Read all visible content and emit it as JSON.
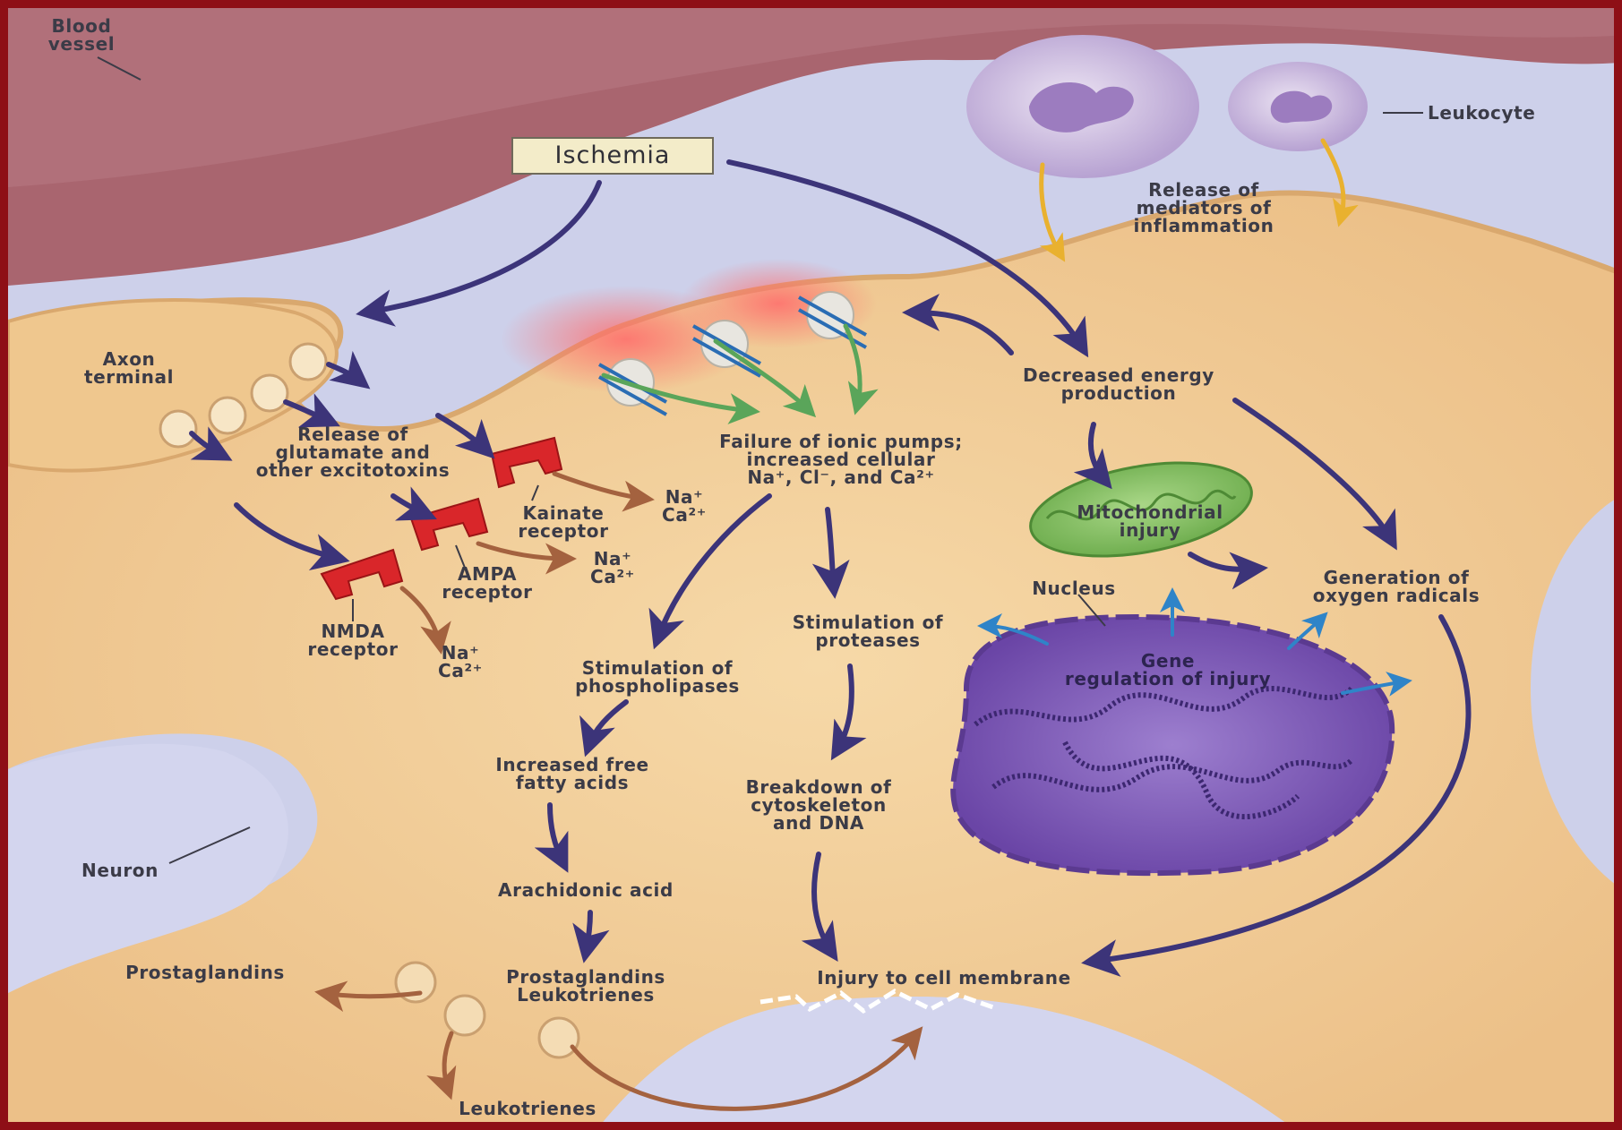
{
  "diagram": {
    "title": "Ischemia",
    "labels": {
      "blood_vessel": "Blood\nvessel",
      "leukocyte": "Leukocyte",
      "release_mediators": "Release of\nmediators of\ninflammation",
      "axon_terminal": "Axon\nterminal",
      "release_glutamate": "Release of\nglutamate and\nother excitotoxins",
      "kainate_receptor": "Kainate\nreceptor",
      "ampa_receptor": "AMPA\nreceptor",
      "nmda_receptor": "NMDA\nreceptor",
      "ions_kainate": "Na⁺\nCa²⁺",
      "ions_ampa": "Na⁺\nCa²⁺",
      "ions_nmda": "Na⁺\nCa²⁺",
      "failure_pumps": "Failure of ionic pumps;\nincreased cellular\nNa⁺, Cl⁻, and Ca²⁺",
      "decreased_energy": "Decreased energy\nproduction",
      "mitochondrial_injury": "Mitochondrial\ninjury",
      "generation_radicals": "Generation of\noxygen radicals",
      "nucleus": "Nucleus",
      "gene_regulation": "Gene\nregulation of injury",
      "stim_proteases": "Stimulation of\nproteases",
      "stim_phospholipases": "Stimulation of\nphospholipases",
      "free_fatty_acids": "Increased free\nfatty acids",
      "breakdown": "Breakdown of\ncytoskeleton\nand DNA",
      "arachidonic": "Arachidonic acid",
      "prost_leuko": "Prostaglandins\nLeukotrienes",
      "prostaglandins": "Prostaglandins",
      "leukotrienes": "Leukotrienes",
      "injury_membrane": "Injury to cell membrane",
      "neuron": "Neuron"
    }
  },
  "colors": {
    "frame": "#8e0f16",
    "background": "#cdd0ea",
    "vessel": "#a9656f",
    "neuron_body": "#f1cb93",
    "arrow_main": "#3c3479",
    "arrow_green": "#5aa55a",
    "arrow_brown": "#a4623f",
    "arrow_yellow": "#e9b12f",
    "arrow_blue": "#2f84c8",
    "receptor": "#d9262a",
    "nucleus": "#7e57b6",
    "mitochondrion": "#8ec56a",
    "leukocyte": "#c7b3dc"
  }
}
